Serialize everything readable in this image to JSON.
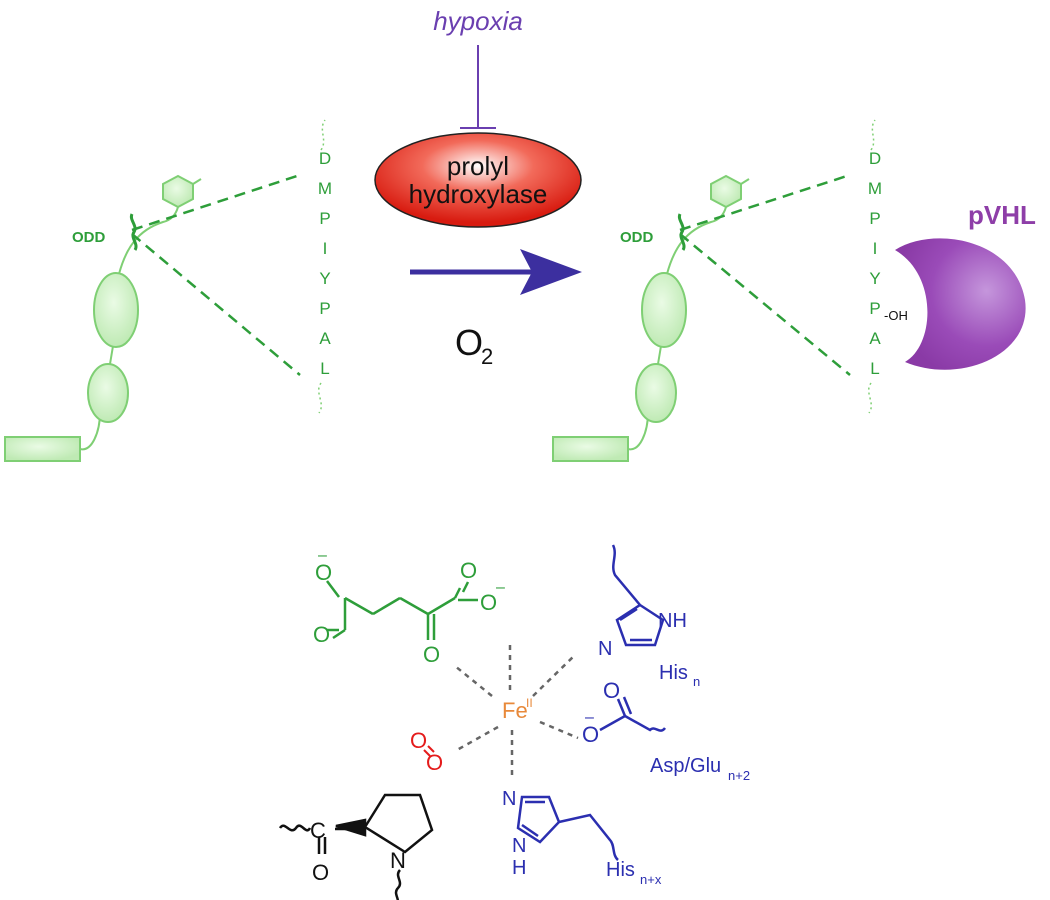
{
  "colors": {
    "protein_green": "#2e9e3a",
    "protein_fill": "#c9efc0",
    "protein_stroke": "#7fcf74",
    "hypoxia_purple": "#6a3fb0",
    "arrow_indigo": "#3c2f9f",
    "enzyme_red": "#e8261b",
    "pvhl_purple": "#8e3ea8",
    "ligand_blue": "#2b2fb0",
    "iron_orange": "#e8893a",
    "oxygen_red": "#e41b1b",
    "substrate_black": "#111111"
  },
  "top": {
    "hypoxia_label": "hypoxia",
    "enzyme_line1": "prolyl",
    "enzyme_line2": "hydroxylase",
    "o2_label": "O",
    "o2_subscript": "2",
    "pvhl_label": "pVHL",
    "odd_label": "ODD",
    "left_sequence": [
      "D",
      "M",
      "P",
      "I",
      "Y",
      "P",
      "A",
      "L"
    ],
    "right_sequence": [
      "D",
      "M",
      "P",
      "I",
      "Y",
      "P",
      "A",
      "L"
    ],
    "hydroxyl_label": "-OH"
  },
  "bottom": {
    "iron_label": "Fe",
    "iron_superscript": "II",
    "his_n_label": "His",
    "his_n_sub": "n",
    "asp_label": "Asp/Glu",
    "asp_sub": "n+2",
    "his_nx_label": "His",
    "his_nx_sub": "n+x",
    "atom_O": "O",
    "atom_N": "N",
    "atom_NH": "NH",
    "atom_H": "H",
    "minus": "–"
  }
}
